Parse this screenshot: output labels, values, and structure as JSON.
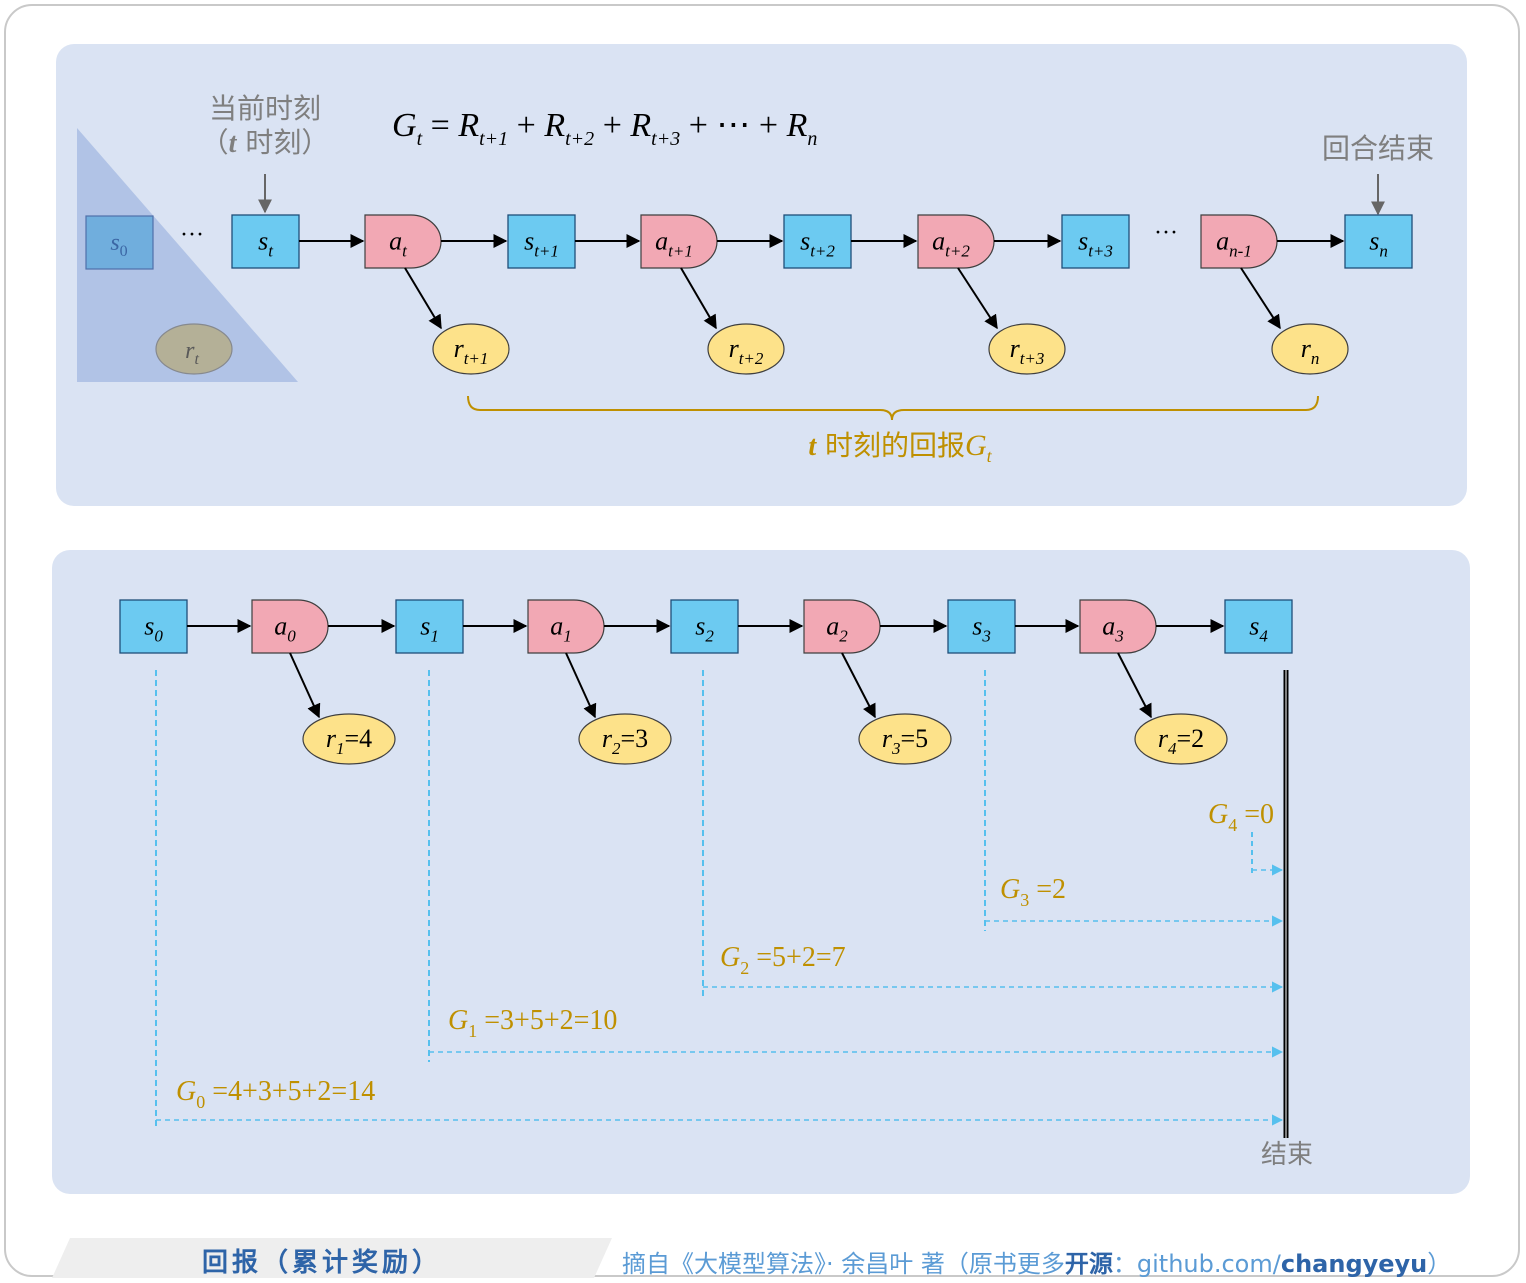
{
  "top": {
    "formula": {
      "G": "G",
      "t": "t",
      "eq": " = ",
      "R": "R",
      "t1": "t+1",
      "t2": "t+2",
      "t3": "t+3",
      "plus": " + ",
      "dots": "⋯",
      "n": "n"
    },
    "current_label_1": "当前时刻",
    "current_label_2_open": "（",
    "current_label_2_t": "t",
    "current_label_2_rest": " 时刻）",
    "end_label": "回合结束",
    "ellipsis": "···",
    "s0": {
      "base": "s",
      "sub": "0"
    },
    "r_t": {
      "base": "r",
      "sub": "t"
    },
    "states": [
      {
        "base": "s",
        "sub": "t"
      },
      {
        "base": "s",
        "sub": "t+1"
      },
      {
        "base": "s",
        "sub": "t+2"
      },
      {
        "base": "s",
        "sub": "t+3"
      },
      {
        "base": "s",
        "sub": "n"
      }
    ],
    "actions": [
      {
        "base": "a",
        "sub": "t"
      },
      {
        "base": "a",
        "sub": "t+1"
      },
      {
        "base": "a",
        "sub": "t+2"
      },
      {
        "base": "a",
        "sub": "n-1"
      }
    ],
    "rewards": [
      {
        "base": "r",
        "sub": "t+1"
      },
      {
        "base": "r",
        "sub": "t+2"
      },
      {
        "base": "r",
        "sub": "t+3"
      },
      {
        "base": "r",
        "sub": "n"
      }
    ],
    "brace_label": {
      "t": "t",
      "text": " 时刻的回报",
      "G": "G",
      "sub": "t"
    }
  },
  "bottom": {
    "states": [
      {
        "base": "s",
        "sub": "0"
      },
      {
        "base": "s",
        "sub": "1"
      },
      {
        "base": "s",
        "sub": "2"
      },
      {
        "base": "s",
        "sub": "3"
      },
      {
        "base": "s",
        "sub": "4"
      }
    ],
    "actions": [
      {
        "base": "a",
        "sub": "0"
      },
      {
        "base": "a",
        "sub": "1"
      },
      {
        "base": "a",
        "sub": "2"
      },
      {
        "base": "a",
        "sub": "3"
      }
    ],
    "rewards": [
      {
        "base": "r",
        "sub": "1",
        "value": "=4"
      },
      {
        "base": "r",
        "sub": "2",
        "value": "=3"
      },
      {
        "base": "r",
        "sub": "3",
        "value": "=5"
      },
      {
        "base": "r",
        "sub": "4",
        "value": "=2"
      }
    ],
    "returns": [
      {
        "base": "G",
        "sub": "4",
        "expr": " =0"
      },
      {
        "base": "G",
        "sub": "3",
        "expr": " =2"
      },
      {
        "base": "G",
        "sub": "2",
        "expr": " =5+2=7"
      },
      {
        "base": "G",
        "sub": "1",
        "expr": " =3+5+2=10"
      },
      {
        "base": "G",
        "sub": "0",
        "expr": " =4+3+5+2=14"
      }
    ],
    "end_label": "结束"
  },
  "footer": {
    "title": "回报（累计奖励）",
    "source_prefix": "摘自《大模型算法》· 余昌叶 著（原书更多",
    "source_open": "开源",
    "source_mid": "：github.com/",
    "source_user": "changyeyu",
    "source_close": "）"
  },
  "colors": {
    "panel": "#dae3f3",
    "state": "#6ccaf1",
    "action": "#f2a8b4",
    "reward": "#fde28a",
    "gold": "#bf9000",
    "dashed": "#56c0ee"
  }
}
